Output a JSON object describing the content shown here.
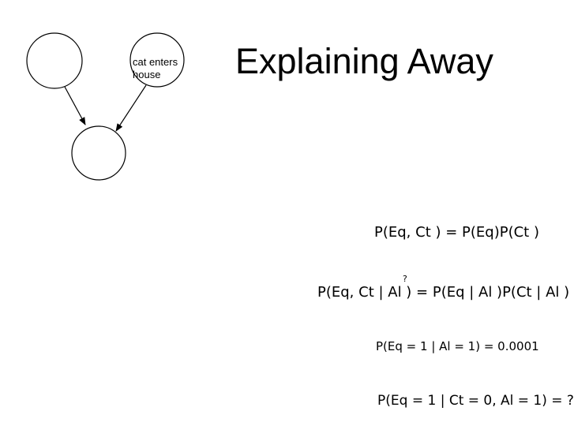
{
  "slide": {
    "title": "Explaining Away"
  },
  "diagram": {
    "nodes": [
      {
        "id": "earthquake",
        "label": ""
      },
      {
        "id": "cat",
        "label": "cat enters house"
      },
      {
        "id": "alarm",
        "label": ""
      }
    ],
    "cat_label_line1": "cat enters",
    "cat_label_line2": "house"
  },
  "equations": {
    "eq1": "P(Eq, Ct ) = P(Eq)P(Ct )",
    "eq2": "P(Eq, Ct | Al ) = P(Eq | Al )P(Ct | Al )",
    "eq2_question": "?",
    "eq3": "P(Eq = 1 | Al = 1) = 0.0001",
    "eq4": "P(Eq = 1 | Ct = 0, Al = 1) = ?"
  }
}
